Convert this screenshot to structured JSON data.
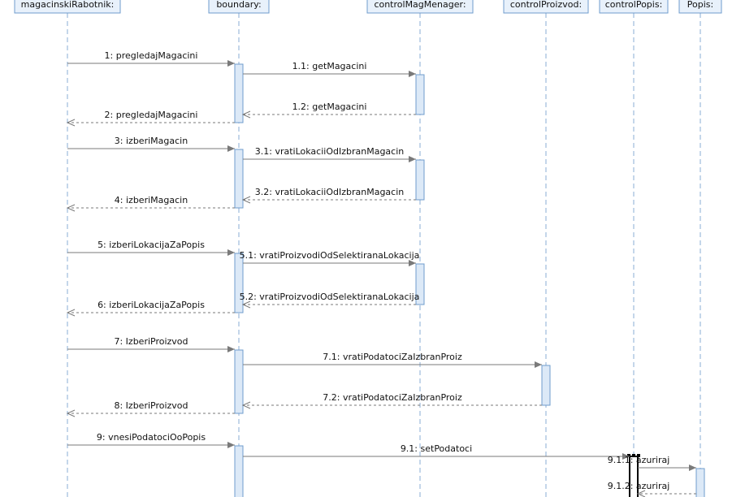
{
  "lifelines": [
    {
      "id": "magacinski",
      "label": "magacinskiRabotnik:"
    },
    {
      "id": "boundary",
      "label": "boundary:"
    },
    {
      "id": "controlMag",
      "label": "controlMagMenager:"
    },
    {
      "id": "controlProiz",
      "label": "controlProizvod:"
    },
    {
      "id": "controlPopis",
      "label": "controlPopis:"
    },
    {
      "id": "popis",
      "label": "Popis:"
    }
  ],
  "messages": [
    {
      "label": "1: pregledajMagacini",
      "from": "magacinski",
      "to": "boundary",
      "kind": "call"
    },
    {
      "label": "1.1: getMagacini",
      "from": "boundary",
      "to": "controlMag",
      "kind": "call"
    },
    {
      "label": "1.2: getMagacini",
      "from": "controlMag",
      "to": "boundary",
      "kind": "reply"
    },
    {
      "label": "2: pregledajMagacini",
      "from": "boundary",
      "to": "magacinski",
      "kind": "reply"
    },
    {
      "label": "3: izberiMagacin",
      "from": "magacinski",
      "to": "boundary",
      "kind": "call"
    },
    {
      "label": "3.1: vratiLokaciiOdIzbranMagacin",
      "from": "boundary",
      "to": "controlMag",
      "kind": "call"
    },
    {
      "label": "3.2: vratiLokaciiOdIzbranMagacin",
      "from": "controlMag",
      "to": "boundary",
      "kind": "reply"
    },
    {
      "label": "4: izberiMagacin",
      "from": "boundary",
      "to": "magacinski",
      "kind": "reply"
    },
    {
      "label": "5: izberiLokacijaZaPopis",
      "from": "magacinski",
      "to": "boundary",
      "kind": "call"
    },
    {
      "label": "5.1: vratiProizvodiOdSelektiranaLokacija",
      "from": "boundary",
      "to": "controlMag",
      "kind": "call"
    },
    {
      "label": "5.2: vratiProizvodiOdSelektiranaLokacija",
      "from": "controlMag",
      "to": "boundary",
      "kind": "reply"
    },
    {
      "label": "6: izberiLokacijaZaPopis",
      "from": "boundary",
      "to": "magacinski",
      "kind": "reply"
    },
    {
      "label": "7: IzberiProizvod",
      "from": "magacinski",
      "to": "boundary",
      "kind": "call"
    },
    {
      "label": "7.1: vratiPodatociZaIzbranProiz",
      "from": "boundary",
      "to": "controlProiz",
      "kind": "call"
    },
    {
      "label": "7.2: vratiPodatociZaIzbranProiz",
      "from": "controlProiz",
      "to": "boundary",
      "kind": "reply"
    },
    {
      "label": "8: IzberiProizvod",
      "from": "boundary",
      "to": "magacinski",
      "kind": "reply"
    },
    {
      "label": "9: vnesiPodatociOoPopis",
      "from": "magacinski",
      "to": "boundary",
      "kind": "call"
    },
    {
      "label": "9.1: setPodatoci",
      "from": "boundary",
      "to": "controlPopis",
      "kind": "call"
    },
    {
      "label": "9.1.1: azuriraj",
      "from": "controlPopis",
      "to": "popis",
      "kind": "call"
    },
    {
      "label": "9.1.2: azuriraj",
      "from": "popis",
      "to": "controlPopis",
      "kind": "reply"
    }
  ]
}
